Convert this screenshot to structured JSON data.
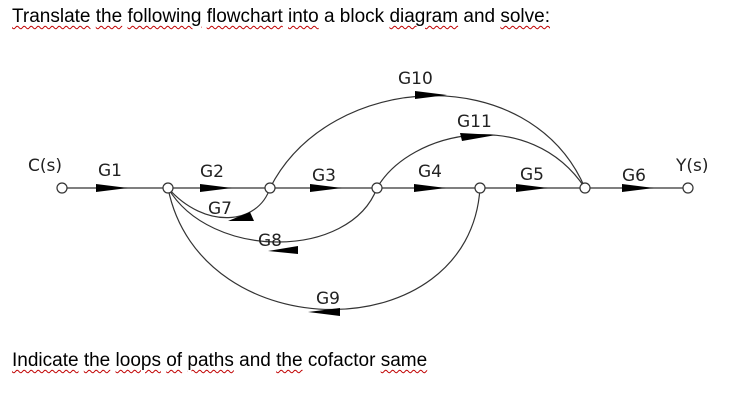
{
  "header": {
    "words": [
      "Translate",
      "the",
      "following",
      "flowchart",
      "into",
      "a",
      "block",
      "diagram",
      "and",
      "solve:"
    ],
    "squiggly": [
      true,
      true,
      true,
      true,
      true,
      false,
      false,
      true,
      false,
      true
    ]
  },
  "footer": {
    "words": [
      "Indicate",
      "the",
      "loops",
      "of",
      "paths",
      "and",
      "the",
      "cofactor",
      "same"
    ],
    "squiggly": [
      true,
      true,
      true,
      true,
      true,
      false,
      true,
      false,
      true
    ]
  },
  "flowgraph": {
    "input_label": "C(s)",
    "output_label": "Y(s)",
    "forward": [
      "G1",
      "G2",
      "G3",
      "G4",
      "G5",
      "G6"
    ],
    "feedforward": [
      "G10",
      "G11"
    ],
    "feedback": [
      "G7",
      "G8",
      "G9"
    ]
  }
}
